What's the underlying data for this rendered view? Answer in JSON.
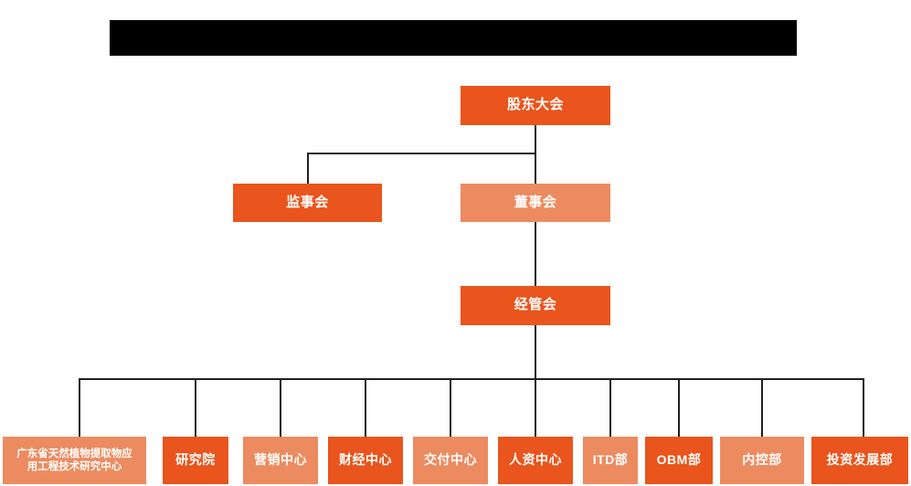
{
  "page": {
    "title_bar": {
      "redacted": true,
      "color": "#000000"
    },
    "background_color": "#ffffff",
    "line_color": "#231f20",
    "colors": {
      "dark_orange": "#e9551c",
      "light_orange": "#ec8b60",
      "text": "#ffffff"
    }
  },
  "chart_data": {
    "type": "diagram",
    "diagram_type": "organization-chart",
    "title": "",
    "nodes": [
      {
        "id": "n1",
        "label": "股东大会",
        "level": 1,
        "shade": "dark"
      },
      {
        "id": "n2",
        "label": "监事会",
        "level": 2,
        "shade": "dark"
      },
      {
        "id": "n3",
        "label": "董事会",
        "level": 2,
        "shade": "light"
      },
      {
        "id": "n4",
        "label": "经管会",
        "level": 3,
        "shade": "dark"
      },
      {
        "id": "d1",
        "label": "广东省天然植物提取物应用工程技术研究中心",
        "level": 4,
        "shade": "light"
      },
      {
        "id": "d2",
        "label": "研究院",
        "level": 4,
        "shade": "dark"
      },
      {
        "id": "d3",
        "label": "营销中心",
        "level": 4,
        "shade": "light"
      },
      {
        "id": "d4",
        "label": "财经中心",
        "level": 4,
        "shade": "dark"
      },
      {
        "id": "d5",
        "label": "交付中心",
        "level": 4,
        "shade": "light"
      },
      {
        "id": "d6",
        "label": "人资中心",
        "level": 4,
        "shade": "dark"
      },
      {
        "id": "d7",
        "label": "ITD部",
        "level": 4,
        "shade": "light"
      },
      {
        "id": "d8",
        "label": "OBM部",
        "level": 4,
        "shade": "dark"
      },
      {
        "id": "d9",
        "label": "内控部",
        "level": 4,
        "shade": "light"
      },
      {
        "id": "d10",
        "label": "投资发展部",
        "level": 4,
        "shade": "dark"
      }
    ],
    "edges": [
      {
        "from": "n1",
        "to": "n2"
      },
      {
        "from": "n1",
        "to": "n3"
      },
      {
        "from": "n3",
        "to": "n4"
      },
      {
        "from": "n4",
        "to": "d1"
      },
      {
        "from": "n4",
        "to": "d2"
      },
      {
        "from": "n4",
        "to": "d3"
      },
      {
        "from": "n4",
        "to": "d4"
      },
      {
        "from": "n4",
        "to": "d5"
      },
      {
        "from": "n4",
        "to": "d6"
      },
      {
        "from": "n4",
        "to": "d7"
      },
      {
        "from": "n4",
        "to": "d8"
      },
      {
        "from": "n4",
        "to": "d9"
      },
      {
        "from": "n4",
        "to": "d10"
      }
    ]
  },
  "nodes": {
    "shareholders_meeting": "股东大会",
    "supervisory_board": "监事会",
    "board_of_directors": "董事会",
    "management_committee": "经管会",
    "research_center_line1": "广东省天然植物提取物应",
    "research_center_line2": "用工程技术研究中心",
    "research_institute": "研究院",
    "marketing_center": "营销中心",
    "finance_center": "财经中心",
    "delivery_center": "交付中心",
    "hr_center": "人资中心",
    "itd_dept": "ITD部",
    "obm_dept": "OBM部",
    "internal_control_dept": "内控部",
    "investment_development_dept": "投资发展部"
  }
}
